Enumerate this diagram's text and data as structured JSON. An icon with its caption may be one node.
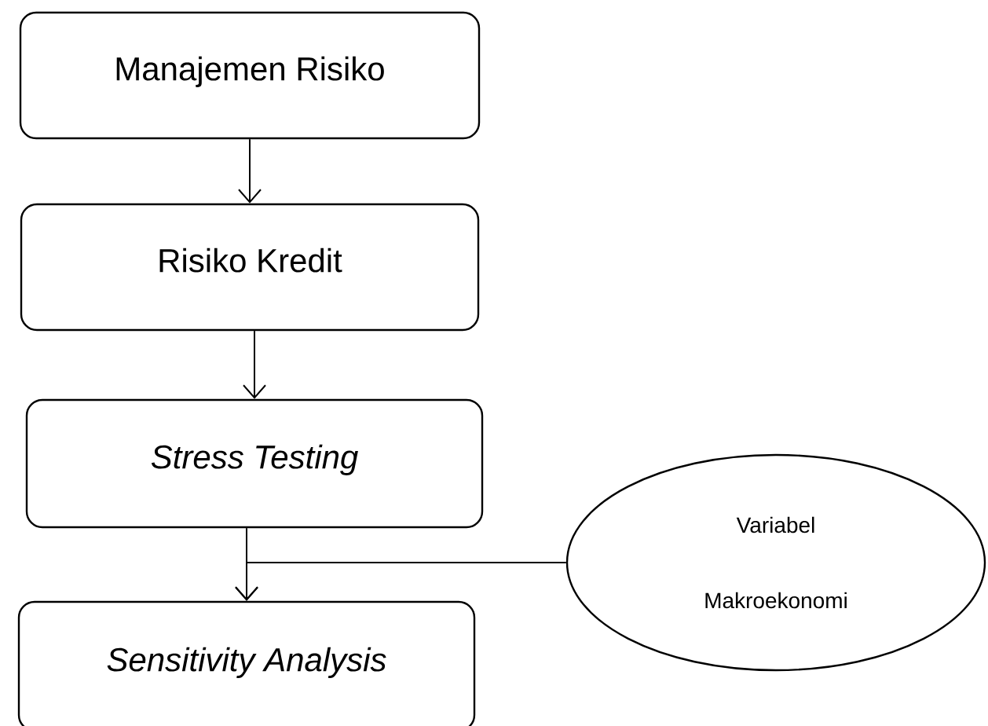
{
  "diagram": {
    "nodes": [
      {
        "text": [
          "Manajemen Risiko"
        ]
      },
      {
        "text": [
          "Risiko Kredit"
        ]
      },
      {
        "text": [
          "Stress Testing"
        ]
      },
      {
        "text": [
          "Sensitivity Analysis"
        ]
      },
      {
        "text": [
          "Variabel Makroekonomi"
        ]
      }
    ],
    "edges": [
      {
        "from": 0,
        "to": 1,
        "arrow": "to"
      },
      {
        "from": 1,
        "to": 2,
        "arrow": "to"
      },
      {
        "from": 2,
        "to": 3,
        "arrow": "to"
      },
      {
        "from": 4,
        "to": 3,
        "arrow": "to"
      }
    ]
  }
}
